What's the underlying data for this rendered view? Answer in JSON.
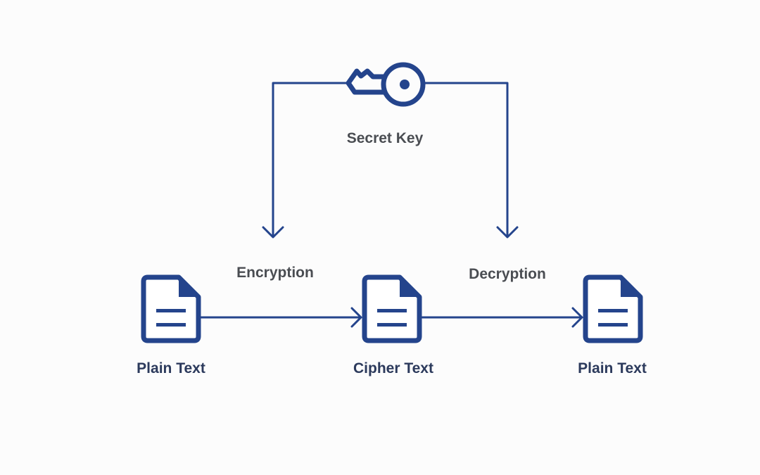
{
  "diagram": {
    "title": "Symmetric encryption flow",
    "accent_color": "#24448c",
    "key": {
      "label": "Secret Key",
      "icon": "key-icon"
    },
    "processes": [
      {
        "id": "encryption",
        "label": "Encryption"
      },
      {
        "id": "decryption",
        "label": "Decryption"
      }
    ],
    "nodes": [
      {
        "id": "plain-text-in",
        "label": "Plain Text",
        "icon": "document-icon"
      },
      {
        "id": "cipher-text",
        "label": "Cipher Text",
        "icon": "document-icon"
      },
      {
        "id": "plain-text-out",
        "label": "Plain Text",
        "icon": "document-icon"
      }
    ],
    "edges": [
      {
        "from": "secret-key",
        "to": "encryption"
      },
      {
        "from": "secret-key",
        "to": "decryption"
      },
      {
        "from": "plain-text-in",
        "to": "cipher-text",
        "via": "encryption"
      },
      {
        "from": "cipher-text",
        "to": "plain-text-out",
        "via": "decryption"
      }
    ]
  }
}
